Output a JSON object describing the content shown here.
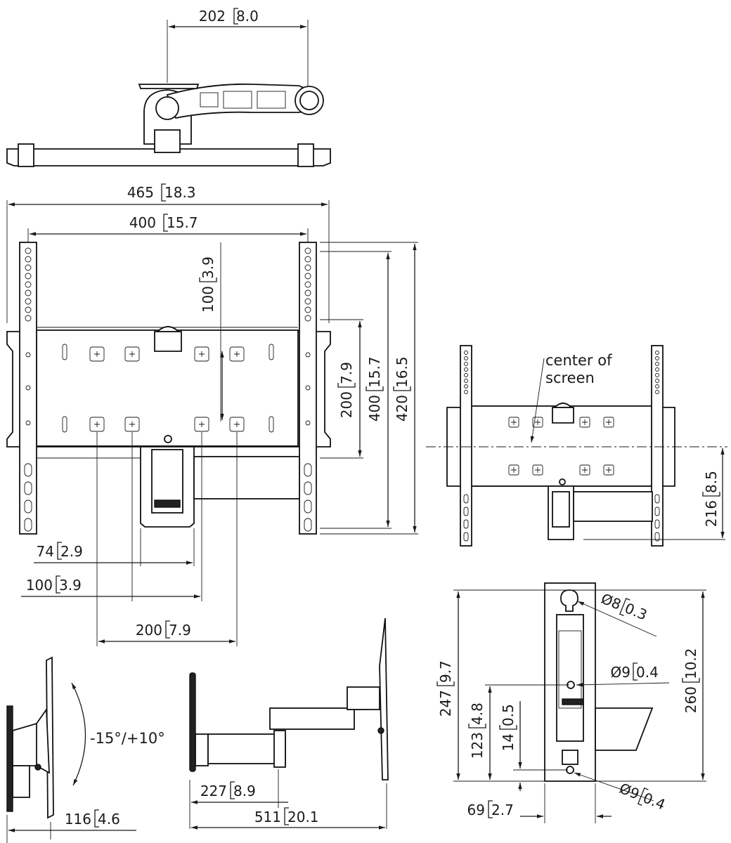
{
  "top_view": {
    "arm_offset": {
      "mm": "202",
      "in": "8.0"
    }
  },
  "front_view": {
    "overall_width": {
      "mm": "465",
      "in": "18.3"
    },
    "rail_spacing": {
      "mm": "400",
      "in": "15.7"
    },
    "pattern_row_spacing": {
      "mm": "100",
      "in": "3.9"
    },
    "vesa_vertical_200": {
      "mm": "200",
      "in": "7.9"
    },
    "vesa_vertical_400": {
      "mm": "400",
      "in": "15.7"
    },
    "rail_height": {
      "mm": "420",
      "in": "16.5"
    },
    "wallplate_width": {
      "mm": "74",
      "in": "2.9"
    },
    "vesa_horizontal_100": {
      "mm": "100",
      "in": "3.9"
    },
    "vesa_horizontal_200": {
      "mm": "200",
      "in": "7.9"
    }
  },
  "center_view": {
    "label": "center of\nscreen",
    "center_height": {
      "mm": "216",
      "in": "8.5"
    }
  },
  "tilt_view": {
    "tilt_range": "-15°/+10°",
    "min_depth": {
      "mm": "116",
      "in": "4.6"
    }
  },
  "side_view": {
    "folded_depth": {
      "mm": "227",
      "in": "8.9"
    },
    "extended_depth": {
      "mm": "511",
      "in": "20.1"
    }
  },
  "wallplate_view": {
    "keyhole_dia": {
      "mm": "Ø8",
      "in": "0.3"
    },
    "hole_dia_upper": {
      "mm": "Ø9",
      "in": "0.4"
    },
    "hole_dia_lower": {
      "mm": "Ø9",
      "in": "0.4"
    },
    "height_247": {
      "mm": "247",
      "in": "9.7"
    },
    "height_123": {
      "mm": "123",
      "in": "4.8"
    },
    "height_14": {
      "mm": "14",
      "in": "0.5"
    },
    "plate_height": {
      "mm": "260",
      "in": "10.2"
    },
    "plate_width": {
      "mm": "69",
      "in": "2.7"
    }
  }
}
